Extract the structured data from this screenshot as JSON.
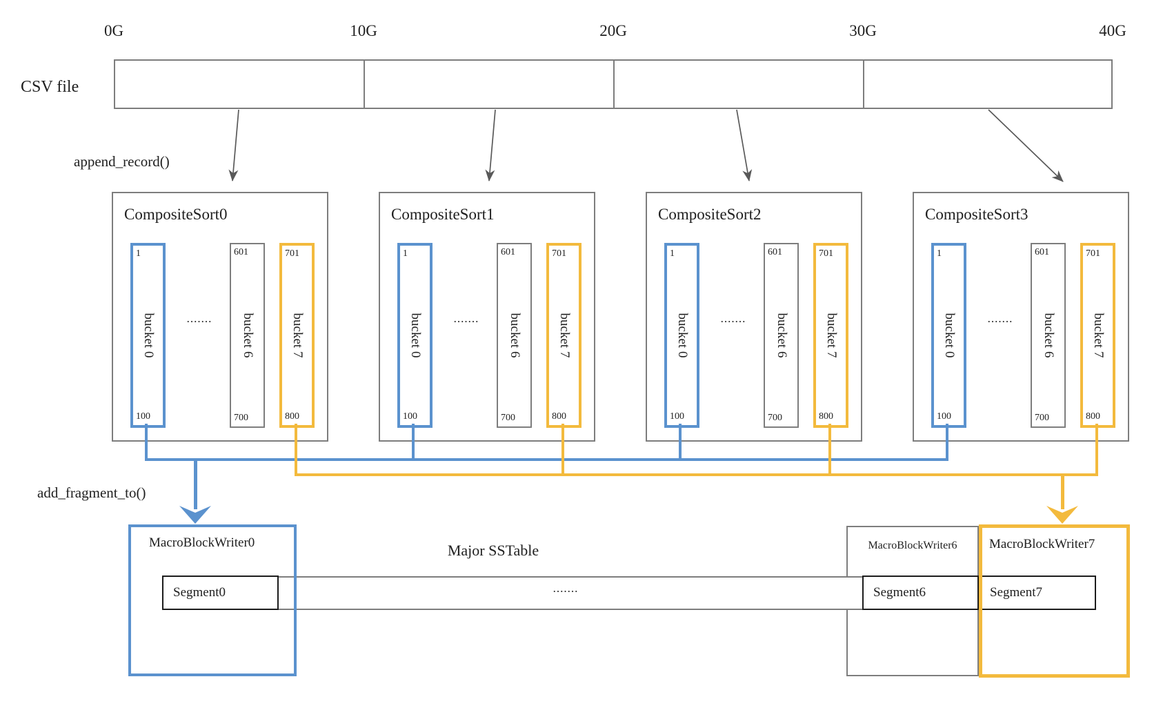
{
  "labels": {
    "csv_file": "CSV file",
    "append_record": "append_record()",
    "add_fragment_to": "add_fragment_to()",
    "major_sstable": "Major SSTable",
    "dots": "......."
  },
  "ruler": {
    "ticks": [
      "0G",
      "10G",
      "20G",
      "30G",
      "40G"
    ]
  },
  "composite_sorts": [
    {
      "title": "CompositeSort0"
    },
    {
      "title": "CompositeSort1"
    },
    {
      "title": "CompositeSort2"
    },
    {
      "title": "CompositeSort3"
    }
  ],
  "buckets": [
    {
      "label": "bucket 0",
      "start": "1",
      "end": "100",
      "color": "blue"
    },
    {
      "label": "bucket 6",
      "start": "601",
      "end": "700",
      "color": "gray"
    },
    {
      "label": "bucket 7",
      "start": "701",
      "end": "800",
      "color": "yellow"
    }
  ],
  "writers": [
    {
      "title": "MacroBlockWriter0",
      "segment": "Segment0"
    },
    {
      "title": "MacroBlockWriter6",
      "segment": "Segment6"
    },
    {
      "title": "MacroBlockWriter7",
      "segment": "Segment7"
    }
  ],
  "colors": {
    "blue": "#5B92CE",
    "yellow": "#F3BA3D",
    "box-gray": "#7D7D7D",
    "arrow-gray": "#595959"
  }
}
